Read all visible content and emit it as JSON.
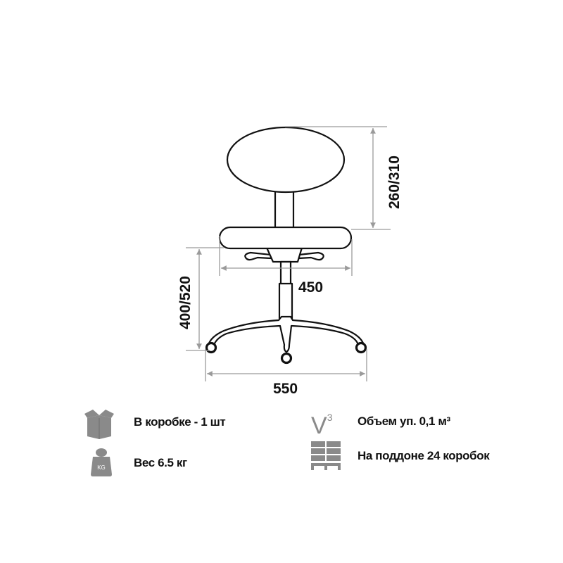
{
  "dimensions": {
    "backrest_height": "260/310",
    "seat_width": "450",
    "seat_height": "400/520",
    "base_width": "550"
  },
  "info": {
    "box_qty": {
      "icon": "box-icon",
      "label": "В коробке - 1 шт"
    },
    "weight": {
      "icon": "weight-icon",
      "icon_text": "KG",
      "label": "Вес 6.5 кг"
    },
    "volume": {
      "icon": "volume-icon",
      "icon_text": "V",
      "icon_sup": "3",
      "label": "Объем уп. 0,1 м³"
    },
    "pallet": {
      "icon": "pallet-icon",
      "label": "На поддоне 24 коробок"
    }
  },
  "colors": {
    "line": "#111111",
    "dimension": "#9a9a9a",
    "icon": "#8a8a8a"
  }
}
